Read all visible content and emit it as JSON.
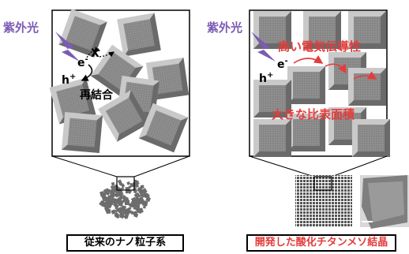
{
  "colors": {
    "uv": "#7b5bb3",
    "red": "#e43c3c",
    "tile_face": "#8f8f8f",
    "tile_bevel": "#c9c9c9",
    "tile_shadow": "#6a6a6a",
    "border": "#000000"
  },
  "left_panel": {
    "uv_label": "紫外光",
    "electron": "e-",
    "hole": "h+",
    "blocked_mark": "X",
    "recombination": "再結合",
    "caption": "従来のナノ粒子系"
  },
  "right_panel": {
    "uv_label": "紫外光",
    "electron": "e-",
    "hole": "h+",
    "conductivity": "高い電気伝導性",
    "surface_area": "大きな比表面積",
    "caption": "開発した酸化チタンメソ結晶"
  },
  "icons": [
    "lightning-bolt-icon",
    "electron-path-arrow-icon",
    "recombination-arrow-icon",
    "conduction-arrow-icon"
  ]
}
